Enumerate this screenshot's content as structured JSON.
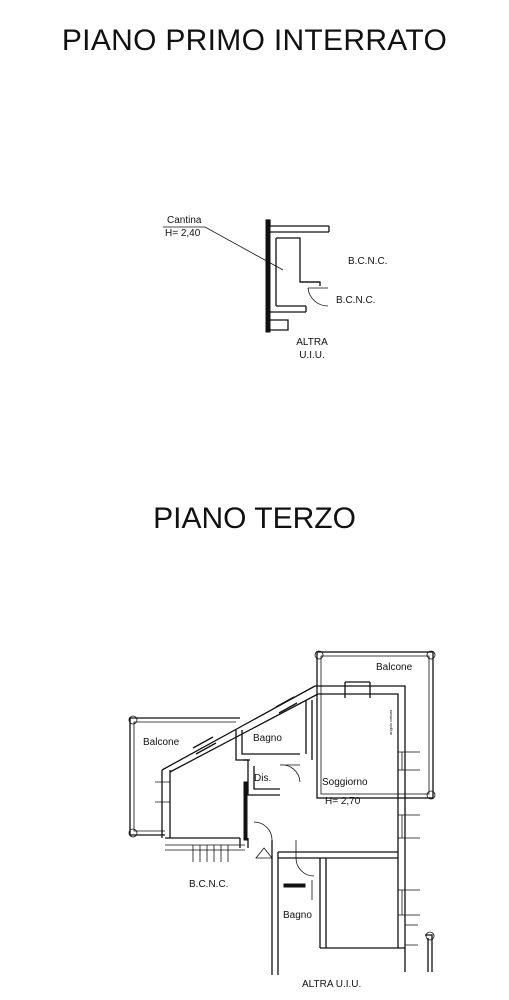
{
  "basement": {
    "title": "PIANO PRIMO INTERRATO",
    "room_name": "Cantina",
    "room_height": "H= 2,40",
    "bcnc_1": "B.C.N.C.",
    "bcnc_2": "B.C.N.C.",
    "other_1": "ALTRA",
    "other_2": "U.I.U."
  },
  "third_floor": {
    "title": "PIANO TERZO",
    "balcony_top": "Balcone",
    "balcony_left": "Balcone",
    "bath_1": "Bagno",
    "bath_2": "Bagno",
    "hall": "Dis.",
    "living": "Soggiorno",
    "living_height": "H= 2,70",
    "bcnc": "B.C.N.C.",
    "other": "ALTRA U.I.U.",
    "side_note": "angolo cottura"
  }
}
